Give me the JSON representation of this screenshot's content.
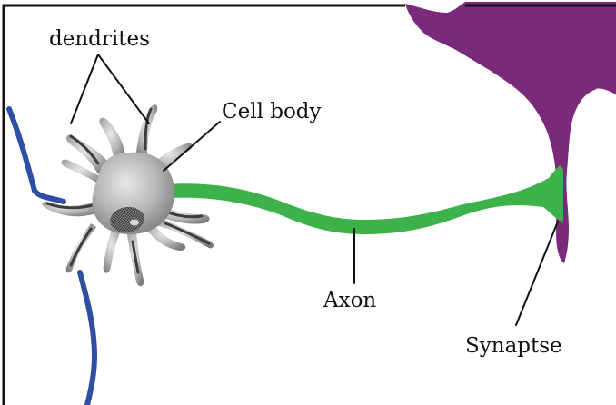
{
  "labels": {
    "dendrites": "dendrites",
    "cell_body": "Cell body",
    "axon": "Axon",
    "synapse": "Synaptse"
  },
  "colors": {
    "frame": "#111111",
    "neighbor_neuron": "#7b2a7b",
    "blue_fiber": "#2f4fa3",
    "axon": "#3db14a",
    "soma_light": "#e6e6e6",
    "soma_dark": "#6f6f6f",
    "dendrite_shadow": "#3d3d3d"
  }
}
